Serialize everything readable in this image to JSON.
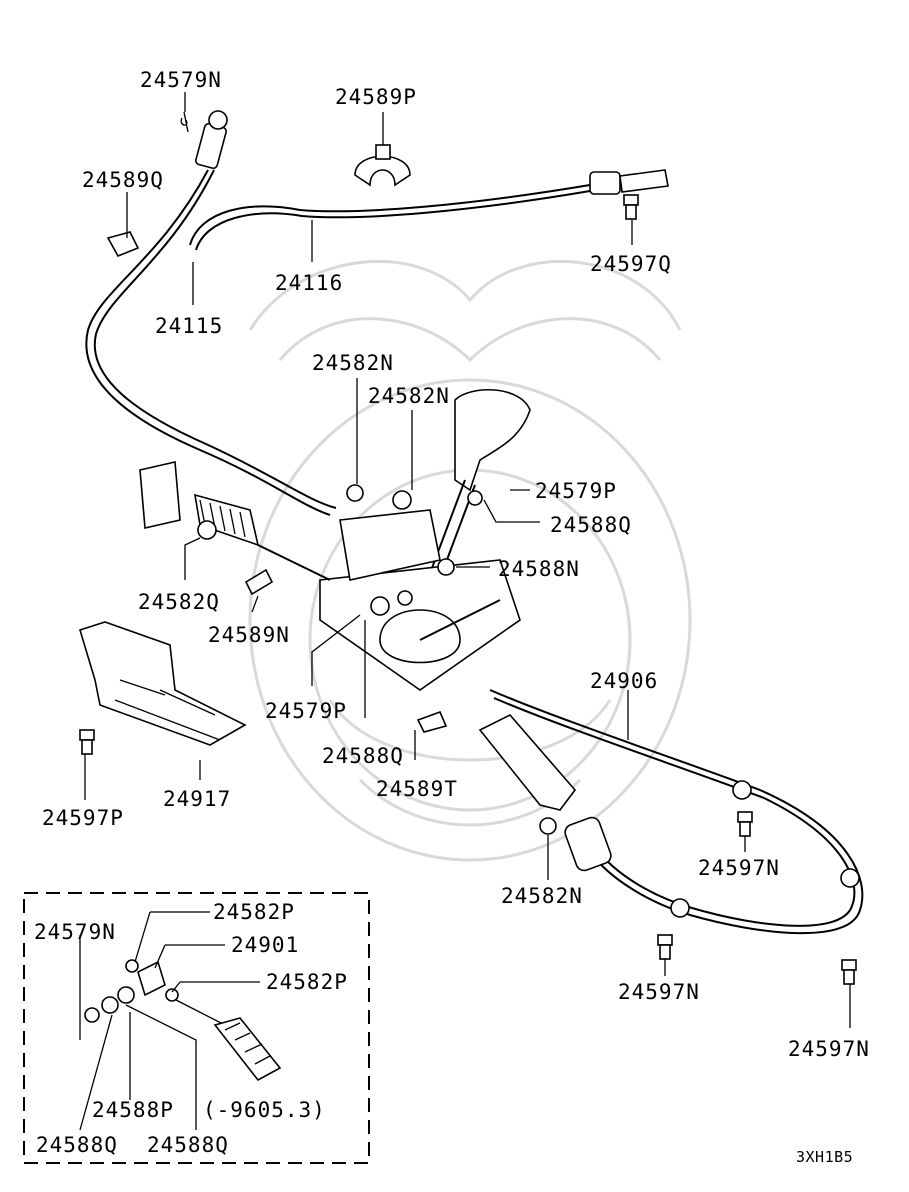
{
  "diagram": {
    "code": "3XH1B5",
    "inset_note": "(-9605.3)",
    "labels": {
      "p24579N_top": "24579N",
      "p24589P": "24589P",
      "p24589Q": "24589Q",
      "p24116": "24116",
      "p24597Q": "24597Q",
      "p24115": "24115",
      "p24582N_a": "24582N",
      "p24582N_b": "24582N",
      "p24579P_right": "24579P",
      "p24588Q_right": "24588Q",
      "p24588N": "24588N",
      "p24582Q": "24582Q",
      "p24589N": "24589N",
      "p24579P_left": "24579P",
      "p24906": "24906",
      "p24588Q_mid": "24588Q",
      "p24589T": "24589T",
      "p24597P": "24597P",
      "p24917": "24917",
      "p24582N_c": "24582N",
      "p24597N_a": "24597N",
      "p24597N_b": "24597N",
      "p24597N_c": "24597N",
      "inset_24582P_top": "24582P",
      "inset_24579N": "24579N",
      "inset_24901": "24901",
      "inset_24582P_mid": "24582P",
      "inset_24588P": "24588P",
      "inset_24588Q_a": "24588Q",
      "inset_24588Q_b": "24588Q"
    }
  }
}
